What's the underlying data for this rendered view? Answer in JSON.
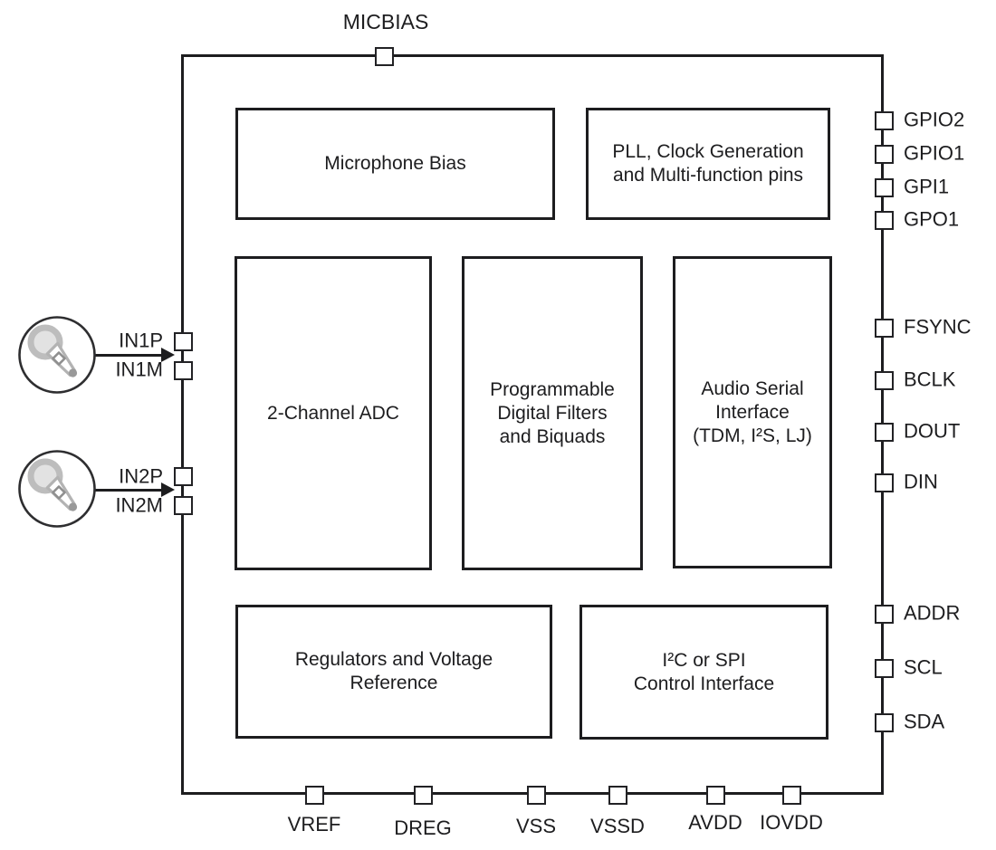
{
  "diagram": {
    "kind": "audio-adc-functional-block-diagram",
    "background_color": "#ffffff",
    "line_color": "#1d1d1f"
  },
  "blocks": {
    "mic_bias": {
      "line1": "Microphone Bias"
    },
    "pll": {
      "line1": "PLL, Clock Generation",
      "line2": "and Multi-function pins"
    },
    "adc": {
      "line1": "2-Channel ADC"
    },
    "filters": {
      "line1": "Programmable",
      "line2": "Digital Filters",
      "line3": "and Biquads"
    },
    "asi": {
      "line1": "Audio Serial",
      "line2": "Interface",
      "line3": "(TDM, I²S, LJ)"
    },
    "regulators": {
      "line1": "Regulators and Voltage",
      "line2": "Reference"
    },
    "control": {
      "line1": "I²C or SPI",
      "line2": "Control Interface"
    }
  },
  "pins": {
    "top": [
      "MICBIAS"
    ],
    "right": [
      "GPIO2",
      "GPIO1",
      "GPI1",
      "GPO1",
      "FSYNC",
      "BCLK",
      "DOUT",
      "DIN",
      "ADDR",
      "SCL",
      "SDA"
    ],
    "left": [
      "IN1P",
      "IN1M",
      "IN2P",
      "IN2M"
    ],
    "bottom": [
      "VREF",
      "DREG",
      "VSS",
      "VSSD",
      "AVDD",
      "IOVDD"
    ]
  },
  "icons": {
    "mic1": "microphone-icon",
    "mic2": "microphone-icon"
  }
}
